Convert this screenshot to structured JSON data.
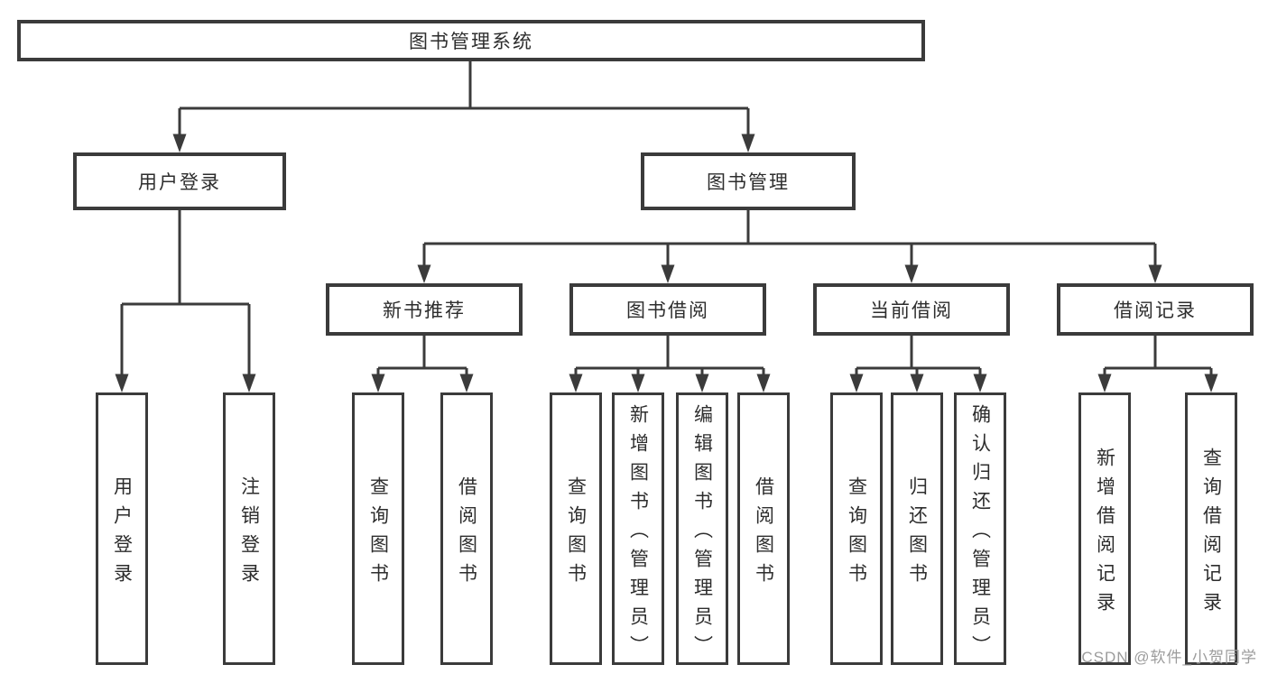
{
  "tree": {
    "root": {
      "label": "图书管理系统"
    },
    "children": [
      {
        "label": "用户登录",
        "children": [
          {
            "label": "用户登录"
          },
          {
            "label": "注销登录"
          }
        ]
      },
      {
        "label": "图书管理",
        "children": [
          {
            "label": "新书推荐",
            "children": [
              {
                "label": "查询图书"
              },
              {
                "label": "借阅图书"
              }
            ]
          },
          {
            "label": "图书借阅",
            "children": [
              {
                "label": "查询图书"
              },
              {
                "label": "新增图书（管理员）"
              },
              {
                "label": "编辑图书（管理员）"
              },
              {
                "label": "借阅图书"
              }
            ]
          },
          {
            "label": "当前借阅",
            "children": [
              {
                "label": "查询图书"
              },
              {
                "label": "归还图书"
              },
              {
                "label": "确认归还（管理员）"
              }
            ]
          },
          {
            "label": "借阅记录",
            "children": [
              {
                "label": "新增借阅记录"
              },
              {
                "label": "查询借阅记录"
              }
            ]
          }
        ]
      }
    ]
  },
  "watermark": {
    "text": "CSDN @软件_小贺同学"
  },
  "colors": {
    "line": "#3b3b3b",
    "text": "#2d2d2d",
    "watermark": "#9c9c9c",
    "background": "#ffffff"
  }
}
